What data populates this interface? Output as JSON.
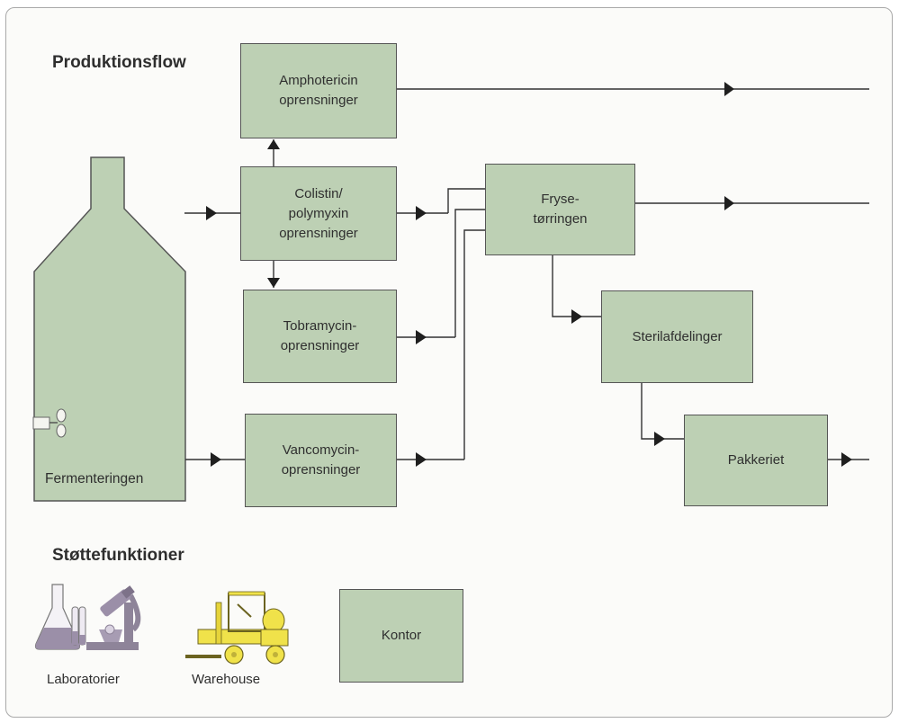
{
  "diagram": {
    "section_production": "Produktionsflow",
    "section_support": "Støttefunktioner",
    "fermenter": {
      "label": "Fermenteringen"
    },
    "boxes": {
      "amphotericin": "Amphotericin\noprensninger",
      "colistin": "Colistin/\npolymyxin\noprensninger",
      "tobramycin": "Tobramycin-\noprensninger",
      "vancomycin": "Vancomycin-\noprensninger",
      "frysetorring": "Fryse-\ntørringen",
      "sterilafdelinger": "Sterilafdelinger",
      "pakkeriet": "Pakkeriet",
      "kontor": "Kontor"
    },
    "support_items": {
      "laboratorier": "Laboratorier",
      "warehouse": "Warehouse"
    }
  },
  "colors": {
    "box_fill": "#bdd0b4",
    "line": "#333333",
    "lab_icon": "#9b8fa8",
    "forklift": "#f0e24a"
  }
}
